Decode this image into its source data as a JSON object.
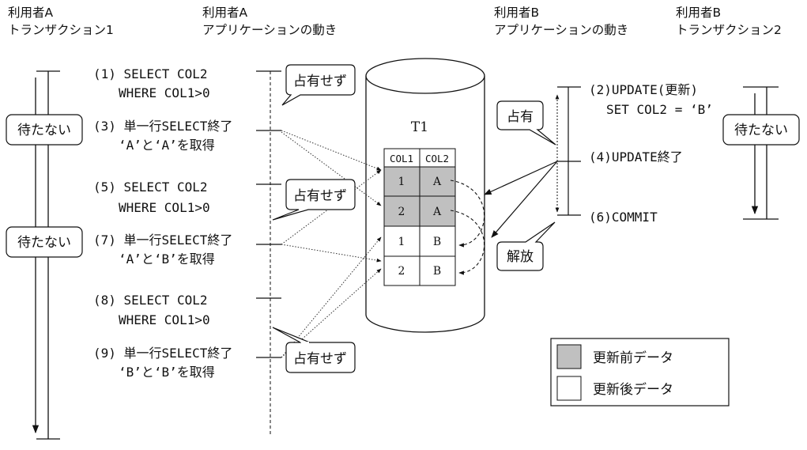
{
  "headers": {
    "userA_tx_line1": "利用者A",
    "userA_tx_line2": "トランザクション1",
    "userA_app_line1": "利用者A",
    "userA_app_line2": "アプリケーションの動き",
    "userB_app_line1": "利用者B",
    "userB_app_line2": "アプリケーションの動き",
    "userB_tx_line1": "利用者B",
    "userB_tx_line2": "トランザクション2"
  },
  "steps_a": {
    "s1_line1": "(1) SELECT COL2",
    "s1_line2": "WHERE COL1>0",
    "s3_line1": "(3) 単一行SELECT終了",
    "s3_line2": "‘A’と‘A’を取得",
    "s5_line1": "(5) SELECT COL2",
    "s5_line2": "WHERE COL1>0",
    "s7_line1": "(7) 単一行SELECT終了",
    "s7_line2": "‘A’と‘B’を取得",
    "s8_line1": "(8) SELECT COL2",
    "s8_line2": "WHERE COL1>0",
    "s9_line1": "(9) 単一行SELECT終了",
    "s9_line2": "‘B’と‘B’を取得"
  },
  "steps_b": {
    "s2_line1": "(2)UPDATE(更新)",
    "s2_line2": "SET COL2 = ‘B’",
    "s4": "(4)UPDATE終了",
    "s6": "(6)COMMIT"
  },
  "bubbles": {
    "no_lock_1": "占有せず",
    "no_lock_2": "占有せず",
    "no_lock_3": "占有せず",
    "lock": "占有",
    "release": "解放",
    "no_wait_a1": "待たない",
    "no_wait_a2": "待たない",
    "no_wait_b": "待たない"
  },
  "table": {
    "name": "T1",
    "columns": [
      "COL1",
      "COL2"
    ],
    "rows": [
      {
        "col1": "1",
        "col2": "A",
        "state": "before"
      },
      {
        "col1": "2",
        "col2": "A",
        "state": "before"
      },
      {
        "col1": "1",
        "col2": "B",
        "state": "after"
      },
      {
        "col1": "2",
        "col2": "B",
        "state": "after"
      }
    ]
  },
  "legend": {
    "before_label": "更新前データ",
    "after_label": "更新後データ",
    "before_color": "#c0c0c0",
    "after_color": "#ffffff"
  }
}
